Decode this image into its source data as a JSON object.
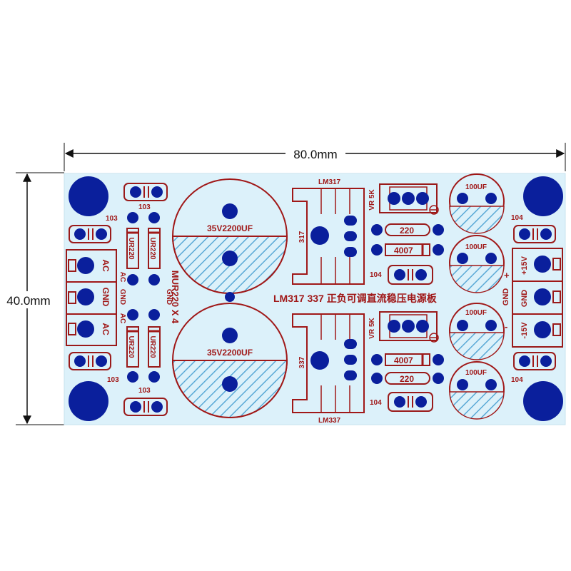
{
  "colors": {
    "board": "#dcf1fa",
    "pad": "#0a1f9c",
    "silkscreen": "#a01818",
    "hatch": "#5aa9d6",
    "dimension": "#111111"
  },
  "dimensions": {
    "width_label": "80.0mm",
    "height_label": "40.0mm"
  },
  "board": {
    "title": "LM317  337 正负可调直流稳压电源板",
    "rectifier_label": "MUR220 X 4",
    "input_connector": {
      "pin1": "AC",
      "pin2": "GND",
      "pin3": "AC"
    },
    "output_connector": {
      "pin1": "+15V",
      "pin2": "GND",
      "pin3": "-15V"
    },
    "output_polarity": {
      "plus": "+",
      "gnd": "GND",
      "minus": "-"
    },
    "rect_side_labels": {
      "ac_top": "AC",
      "gnd_left": "GND",
      "gnd_right": "GND",
      "ac_bottom": "AC"
    },
    "caps_in": {
      "top_label": "103",
      "top_left_label": "103",
      "bottom_label": "103",
      "bottom_left_label": "103"
    },
    "diodes": {
      "d1": "UR220",
      "d2": "UR220",
      "d3": "UR220",
      "d4": "UR220"
    },
    "electrolytic_1": "35V2200UF",
    "electrolytic_2": "35V2200UF",
    "reg_top": {
      "name": "LM317",
      "short": "317"
    },
    "reg_bottom": {
      "name": "LM337",
      "short": "337"
    },
    "trim_top": "VR 5K",
    "trim_bottom": "VR 5K",
    "resistor_top": "220",
    "resistor_bottom": "220",
    "diode_top": "4007",
    "diode_bottom": "4007",
    "cap_small_top": "104",
    "cap_small_bottom": "104",
    "cap_out_top": "104",
    "cap_out_bottom": "104",
    "cap_100uf_1": "100UF",
    "cap_100uf_2": "100UF",
    "cap_100uf_3": "100UF",
    "cap_100uf_4": "100UF"
  }
}
